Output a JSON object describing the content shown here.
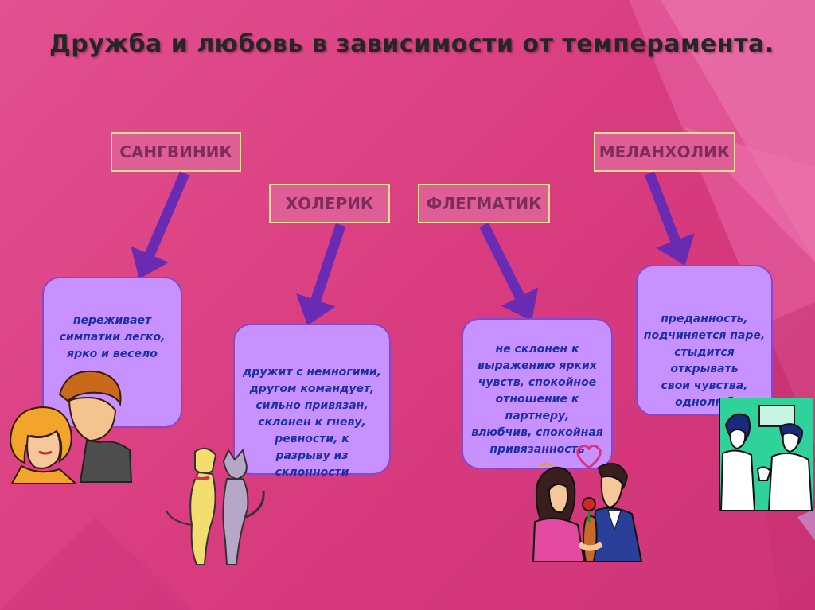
{
  "title": "Дружба и любовь в зависимости от темперамента.",
  "temperaments": [
    {
      "name": "САНГВИНИК",
      "description": "переживает\nсимпатии легко,\nярко и весело"
    },
    {
      "name": "ХОЛЕРИК",
      "description": "дружит с немногими,\nдругом командует,\nсильно привязан,\nсклонен к гневу,\nревности, к\nразрыву из\nсклонности"
    },
    {
      "name": "ФЛЕГМАТИК",
      "description": "не склонен к\nвыражению ярких\nчувств, спокойное\nотношение к\nпартнеру,\nвлюбчив, спокойная\nпривязанность"
    },
    {
      "name": "МЕЛАНХОЛИК",
      "description": "преданность,\nподчиняется паре,\nстыдится\nоткрывать\nсвои чувства,\nоднолюб"
    }
  ],
  "colors": {
    "background": "#d83b7e",
    "label_fill": "#e05e96",
    "label_border": "#f3e08c",
    "box_fill": "#c792ff",
    "box_border": "#8b45c9",
    "box_text": "#1e2ea6",
    "arrow": "#6a2bb3"
  },
  "illustrations": [
    "couple-clipart",
    "dog-and-cat-clipart",
    "couple-with-flower-clipart",
    "couple-argument-clipart"
  ]
}
